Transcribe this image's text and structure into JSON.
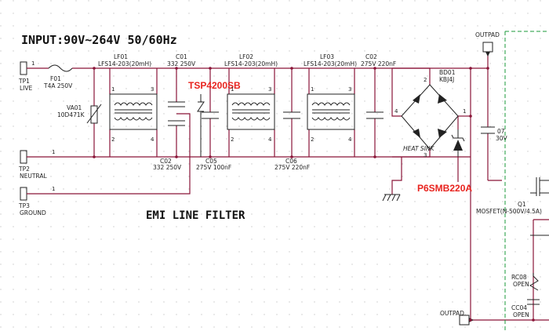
{
  "header": {
    "input_spec": "INPUT:90V~264V 50/60Hz",
    "section_title": "EMI LINE FILTER"
  },
  "terminals": {
    "tp1": {
      "ref": "TP1",
      "name": "LIVE",
      "pin": "1"
    },
    "tp2": {
      "ref": "TP2",
      "name": "NEUTRAL",
      "pin": "1"
    },
    "tp3": {
      "ref": "TP3",
      "name": "GROUND",
      "pin": "1"
    }
  },
  "components": {
    "f01": {
      "ref": "F01",
      "value": "T4A 250V"
    },
    "va01": {
      "ref": "VA01",
      "value": "10D471K"
    },
    "lf01": {
      "ref": "LF01",
      "value": "LFS14-203(20mH)"
    },
    "lf02": {
      "ref": "LF02",
      "value": "LFS14-203(20mH)"
    },
    "lf03": {
      "ref": "LF03",
      "value": "LFS14-203(20mH)"
    },
    "c01": {
      "ref": "C01",
      "value": "332 250V"
    },
    "c02a": {
      "ref": "C02",
      "value": "332 250V"
    },
    "c02b": {
      "ref": "C02",
      "value": "275V 220nF"
    },
    "c05": {
      "ref": "C05",
      "value": "275V 100nF"
    },
    "c06": {
      "ref": "C06",
      "value": "275V 220nF"
    },
    "c07": {
      "ref": "07",
      "value": "30V"
    },
    "bd01": {
      "ref": "BD01",
      "value": "KBJ4J"
    },
    "q1": {
      "ref": "Q1",
      "value": "MOSFET(N-500V/4.5A)"
    },
    "rc08": {
      "ref": "RC08",
      "value": "OPEN"
    },
    "cc04": {
      "ref": "CC04",
      "value": "OPEN"
    }
  },
  "annotations": {
    "tsp": "TSP4200SB",
    "p6smb": "P6SMB220A",
    "heat_sink": "HEAT SINK",
    "outpad_top": "OUTPAD",
    "outpad_bottom": "OUTPAD"
  },
  "pins": {
    "p1": "1",
    "p2": "2",
    "p3": "3",
    "p4": "4"
  },
  "colors": {
    "wire": "#8a1538",
    "highlight_text": "#e8231e",
    "boundary": "#1a9a3a",
    "background": "#ffffff"
  }
}
